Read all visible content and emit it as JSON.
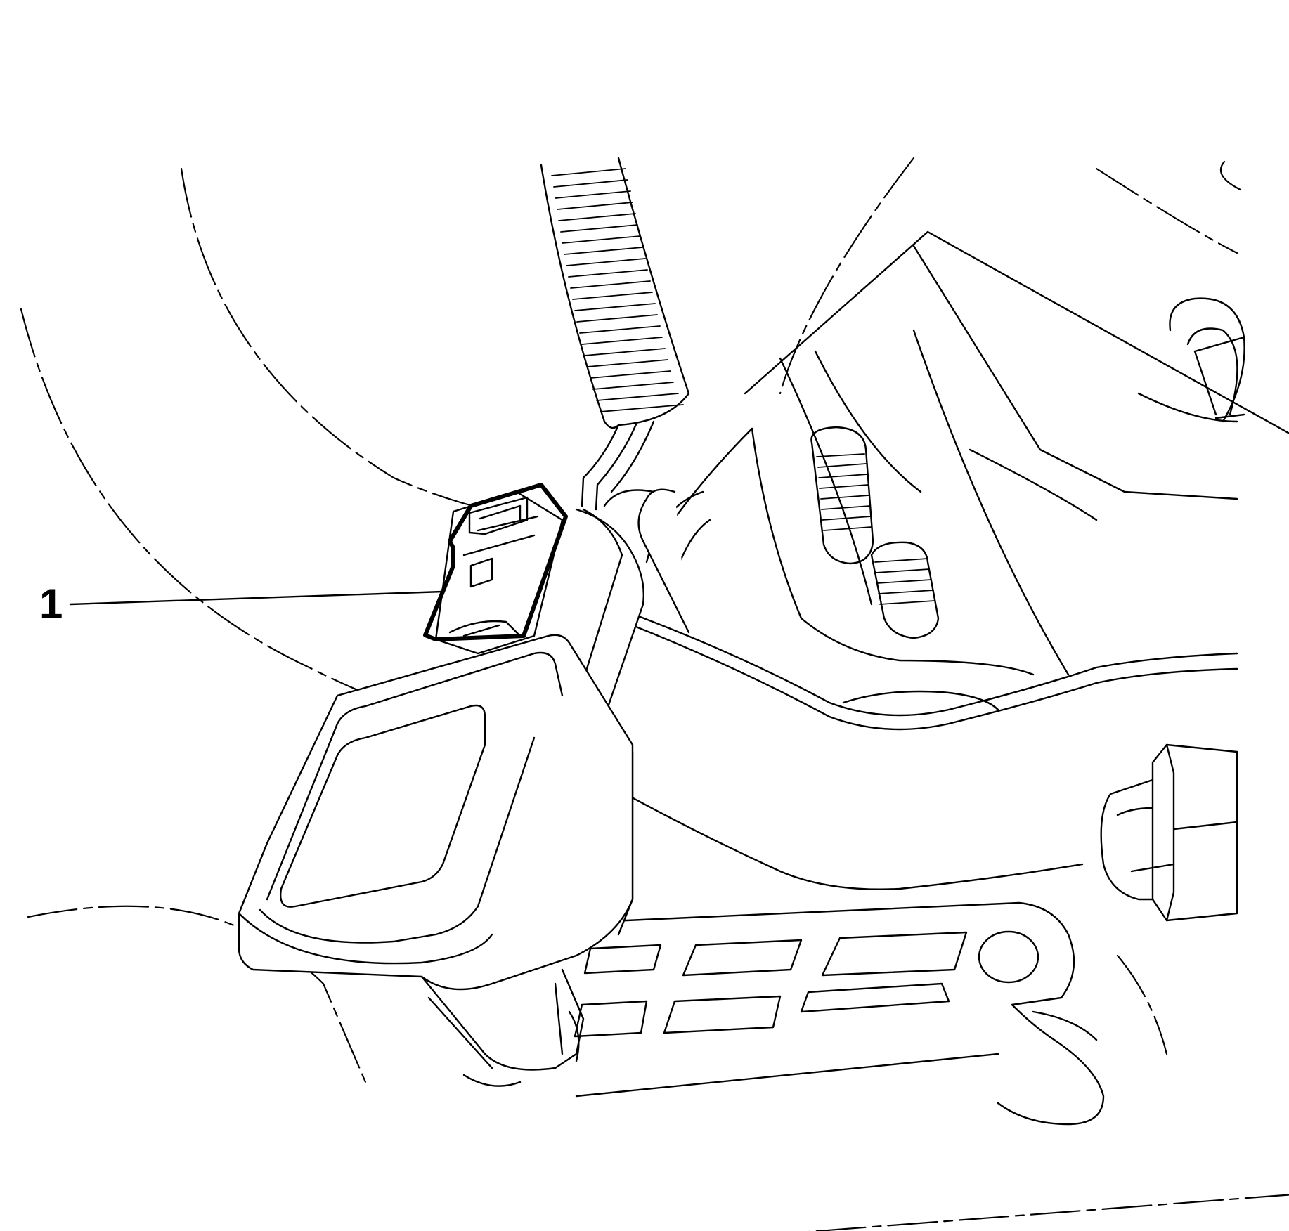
{
  "callouts": [
    {
      "label": "1"
    }
  ],
  "icons": {
    "callout": "leader-line",
    "component": "electrical-connector",
    "part": "sensor-housing"
  }
}
